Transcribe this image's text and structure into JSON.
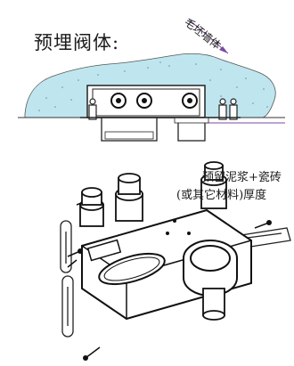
{
  "diagram": {
    "title": "预埋阀体:",
    "wall_label": "毛坯墙体",
    "note_line1": "预留泥浆+瓷砖",
    "note_line2": "(或其它材料)厚度"
  }
}
